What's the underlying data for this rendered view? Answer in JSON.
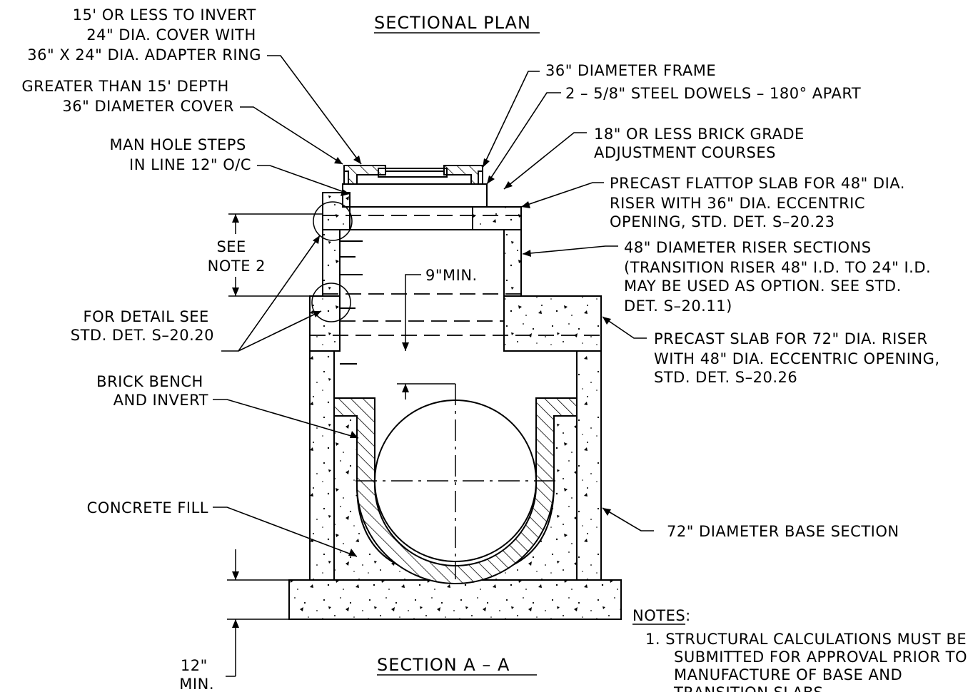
{
  "title": "SECTIONAL PLAN",
  "section_label": "SECTION A – A",
  "callouts": {
    "cover_24": [
      "15' OR LESS TO INVERT",
      "24\" DIA. COVER WITH",
      "36\" X 24\" DIA. ADAPTER RING"
    ],
    "cover_36": [
      "GREATER THAN 15' DEPTH",
      "36\" DIAMETER COVER"
    ],
    "steps": [
      "MAN HOLE STEPS",
      "IN LINE 12\" O/C"
    ],
    "see_note": [
      "SEE",
      "NOTE 2"
    ],
    "detail": [
      "FOR DETAIL SEE",
      "STD. DET. S–20.20"
    ],
    "bench": [
      "BRICK BENCH",
      "AND INVERT"
    ],
    "fill": "CONCRETE FILL",
    "frame": "36\" DIAMETER FRAME",
    "dowels": "2 – 5/8\" STEEL DOWELS – 180° APART",
    "brick_adjust": [
      "18\" OR LESS BRICK GRADE",
      "ADJUSTMENT COURSES"
    ],
    "flattop": [
      "PRECAST FLATTOP SLAB FOR 48\" DIA.",
      "RISER WITH 36\" DIA. ECCENTRIC",
      "OPENING, STD. DET. S–20.23"
    ],
    "riser": [
      "48\" DIAMETER RISER SECTIONS",
      "(TRANSITION RISER 48\" I.D. TO 24\" I.D.",
      "MAY BE USED AS OPTION. SEE STD.",
      "DET. S–20.11)"
    ],
    "precast72": [
      "PRECAST SLAB FOR 72\" DIA. RISER",
      "WITH 48\" DIA. ECCENTRIC OPENING,",
      "STD. DET. S–20.26"
    ],
    "base": "72\" DIAMETER BASE SECTION",
    "min9": "9\"MIN.",
    "min12": [
      "12\"",
      "MIN."
    ]
  },
  "notes": {
    "heading": "NOTES:",
    "items": [
      "1. STRUCTURAL CALCULATIONS MUST BE",
      "SUBMITTED FOR APPROVAL PRIOR TO",
      "MANUFACTURE OF BASE AND",
      "TRANSITION SLABS."
    ]
  }
}
